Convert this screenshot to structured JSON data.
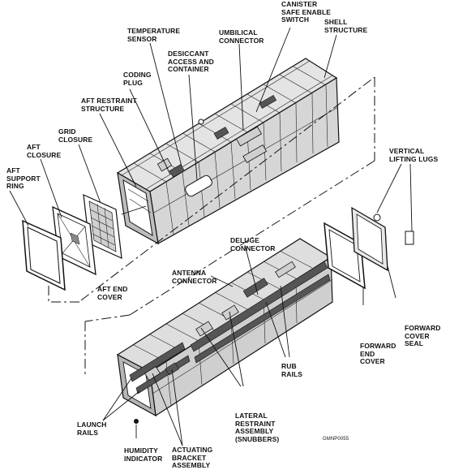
{
  "labels": {
    "canister_safe_enable_switch": "CANISTER\nSAFE ENABLE\nSWITCH",
    "shell_structure": "SHELL\nSTRUCTURE",
    "temperature_sensor": "TEMPERATURE\nSENSOR",
    "umbilical_connector": "UMBILICAL\nCONNECTOR",
    "desiccant_access": "DESICCANT\nACCESS AND\nCONTAINER",
    "coding_plug": "CODING\nPLUG",
    "aft_restraint_structure": "AFT RESTRAINT\nSTRUCTURE",
    "grid_closure": "GRID\nCLOSURE",
    "aft_closure": "AFT\nCLOSURE",
    "aft_support_ring": "AFT\nSUPPORT\nRING",
    "vertical_lifting_lugs": "VERTICAL\nLIFTING LUGS",
    "aft_end_cover": "AFT END\nCOVER",
    "deluge_connector": "DELUGE\nCONNECTOR",
    "antenna_connector": "ANTENNA\nCONNECTOR",
    "forward_cover_seal": "FORWARD\nCOVER\nSEAL",
    "forward_end_cover": "FORWARD\nEND\nCOVER",
    "rub_rails": "RUB\nRAILS",
    "lateral_restraint_assembly": "LATERAL\nRESTRAINT\nASSEMBLY\n(SNUBBERS)",
    "launch_rails": "LAUNCH\nRAILS",
    "humidity_indicator": "HUMIDITY\nINDICATOR",
    "actuating_bracket_assembly": "ACTUATING\nBRACKET\nASSEMBLY",
    "figure_id": "GMNP0055"
  }
}
